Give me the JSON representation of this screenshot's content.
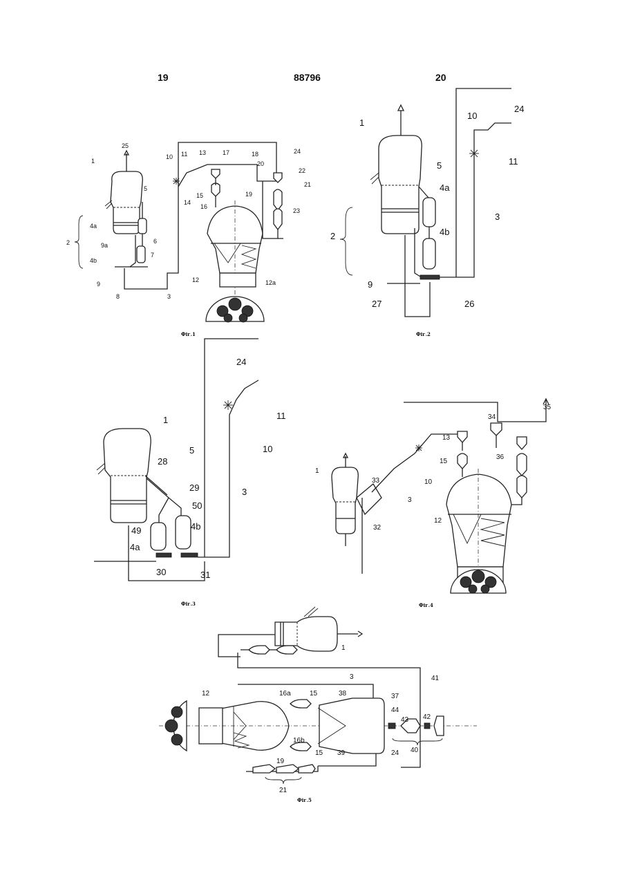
{
  "header": {
    "left_page": "19",
    "doc_number": "88796",
    "right_page": "20"
  },
  "figures": {
    "fig1": {
      "caption": "Фіг.1",
      "labels": [
        "25",
        "1",
        "5",
        "4a",
        "6",
        "9a",
        "7",
        "4b",
        "9",
        "8",
        "3",
        "2",
        "10",
        "11",
        "13",
        "17",
        "18",
        "20",
        "24",
        "22",
        "21",
        "15",
        "14",
        "16",
        "19",
        "23",
        "12",
        "12a"
      ]
    },
    "fig2": {
      "caption": "Фіг.2",
      "labels": [
        "24",
        "1",
        "10",
        "11",
        "5",
        "4a",
        "3",
        "2",
        "4b",
        "9",
        "27",
        "26"
      ]
    },
    "fig3": {
      "caption": "Фіг.3",
      "labels": [
        "24",
        "11",
        "1",
        "10",
        "5",
        "28",
        "29",
        "3",
        "50",
        "49",
        "4b",
        "4a",
        "30",
        "31"
      ]
    },
    "fig4": {
      "caption": "Фіг.4",
      "labels": [
        "35",
        "34",
        "13",
        "36",
        "15",
        "10",
        "1",
        "33",
        "3",
        "12",
        "32"
      ]
    },
    "fig5": {
      "caption": "Фіг.5",
      "labels": [
        "1",
        "3",
        "37",
        "41",
        "12",
        "16a",
        "15",
        "38",
        "44",
        "43",
        "42",
        "16b",
        "15",
        "40",
        "19",
        "39",
        "24",
        "21"
      ]
    }
  }
}
